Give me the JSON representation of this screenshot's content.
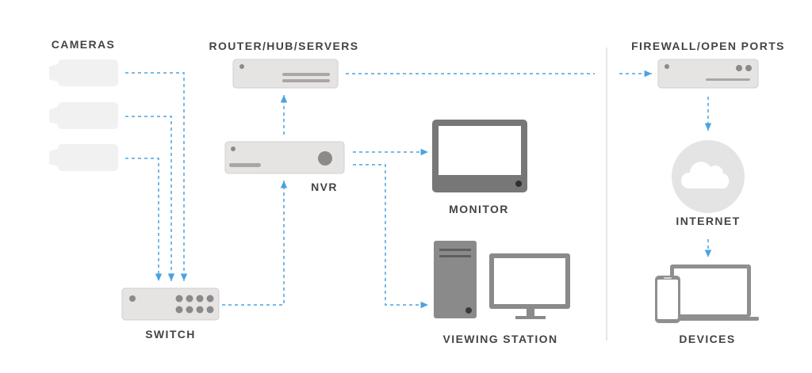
{
  "labels": {
    "cameras": "CAMERAS",
    "router": "ROUTER/HUB/SERVERS",
    "firewall": "FIREWALL/OPEN PORTS",
    "nvr": "NVR",
    "monitor": "MONITOR",
    "internet": "INTERNET",
    "switch": "SWITCH",
    "viewing_station": "VIEWING STATION",
    "devices": "DEVICES"
  },
  "colors": {
    "connector": "#4aa3df",
    "device_body": "#e6e3e3",
    "device_edge": "#c9c5c5",
    "device_dark": "#6f6f6f",
    "camera": "#f1f1f1",
    "divider": "#dddddd",
    "label": "#444444"
  },
  "icons": [
    "camera-icon",
    "router-icon",
    "firewall-icon",
    "nvr-icon",
    "monitor-icon",
    "cloud-icon",
    "switch-icon",
    "tower-icon",
    "desktop-monitor-icon",
    "phone-icon",
    "laptop-icon"
  ]
}
